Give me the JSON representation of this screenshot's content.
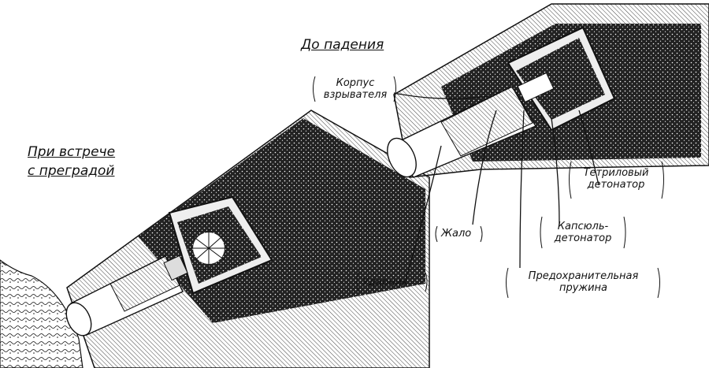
{
  "titles": {
    "before_fall": "До падения",
    "on_impact_line1": "При встрече",
    "on_impact_line2": "с преградой"
  },
  "labels": {
    "fuze_body_line1": "Корпус",
    "fuze_body_line2": "взрывателя",
    "tetryl_line1": "Тетриловый",
    "tetryl_line2": "детонатор",
    "sting": "Жало",
    "primer_line1": "Капсюль-",
    "primer_line2": "детонатор",
    "striker": "Ударник",
    "spring_line1": "Предохранительная",
    "spring_line2": "пружина"
  },
  "colors": {
    "ink": "#111111",
    "paper": "#ffffff"
  }
}
